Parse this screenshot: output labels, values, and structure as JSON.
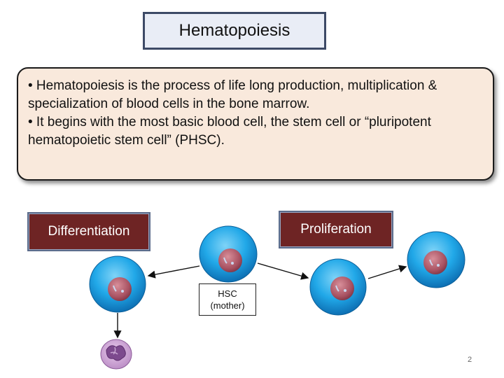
{
  "title": "Hematopoiesis",
  "bullets": [
    "• Hematopoiesis is the process of  life long production, multiplication & specialization of blood cells in the bone marrow.",
    "• It begins with the most basic blood cell, the stem cell or “pluripotent hematopoietic stem cell” (PHSC)."
  ],
  "labels": {
    "differentiation": "Differentiation",
    "proliferation": "Proliferation",
    "hsc_line1": "HSC",
    "hsc_line2": "(mother)"
  },
  "page_number": "2",
  "colors": {
    "label_fill": "#6e2424",
    "cell_blue": "#1fa6e6",
    "nucleus": "#b2606e",
    "bullet_bg": "#f9e9dc"
  }
}
